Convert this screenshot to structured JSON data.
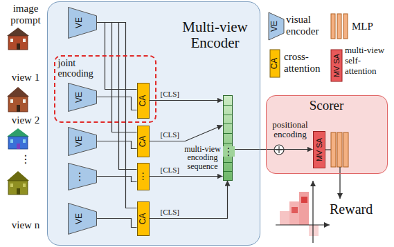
{
  "diagram": {
    "nodes": [
      {
        "text": [
          "Multi-view Encoder"
        ]
      },
      {
        "text": [
          "joint encoding"
        ],
        "in": 0
      },
      {
        "text": [
          "VE"
        ],
        "in": 0
      },
      {
        "text": [
          "VE"
        ],
        "in": 1
      },
      {
        "text": [
          "CA"
        ],
        "in": 1
      },
      {
        "text": [
          "VE"
        ],
        "in": 0
      },
      {
        "text": [
          "CA"
        ],
        "in": 0
      },
      {
        "text": [
          "⋮"
        ],
        "in": 0
      },
      {
        "text": [
          "⋮"
        ],
        "in": 0
      },
      {
        "text": [
          "VE"
        ],
        "in": 0
      },
      {
        "text": [
          "CA"
        ],
        "in": 0
      },
      {
        "text": [
          "multi-view encoding sequence",
          "⋮"
        ],
        "in": 0
      },
      {
        "text": [
          "Scorer"
        ]
      },
      {
        "text": [
          "MV SA"
        ],
        "in": 12
      }
    ],
    "edges": [
      {
        "from": 2,
        "to": 4,
        "arrow": "none"
      },
      {
        "from": 2,
        "to": 6,
        "arrow": "none"
      },
      {
        "from": 2,
        "to": 8,
        "arrow": "none"
      },
      {
        "from": 2,
        "to": 10,
        "arrow": "none"
      },
      {
        "from": 3,
        "to": 4,
        "arrow": "none"
      },
      {
        "from": 5,
        "to": 6,
        "arrow": "none"
      },
      {
        "from": 7,
        "to": 8,
        "arrow": "none"
      },
      {
        "from": 9,
        "to": 10,
        "arrow": "none"
      },
      {
        "from": 4,
        "to": 11,
        "label": "[CLS]",
        "arrow": "to"
      },
      {
        "from": 6,
        "to": 11,
        "label": "[CLS]",
        "arrow": "to"
      },
      {
        "from": 8,
        "to": 11,
        "label": "[CLS]",
        "arrow": "to"
      },
      {
        "from": 10,
        "to": 11,
        "label": "[CLS]",
        "arrow": "to"
      },
      {
        "from": 11,
        "to": 13,
        "arrow": "to"
      }
    ],
    "labels": [
      "image prompt",
      "view 1",
      "view 2",
      "⋮",
      "view n",
      "VE",
      "CA",
      "MV SA",
      "positional encoding",
      "Reward"
    ],
    "legend": [
      {
        "text": "visual encoder"
      },
      {
        "text": "MLP"
      },
      {
        "text": "cross-attention"
      },
      {
        "text": "multi-view self-attention"
      }
    ]
  }
}
